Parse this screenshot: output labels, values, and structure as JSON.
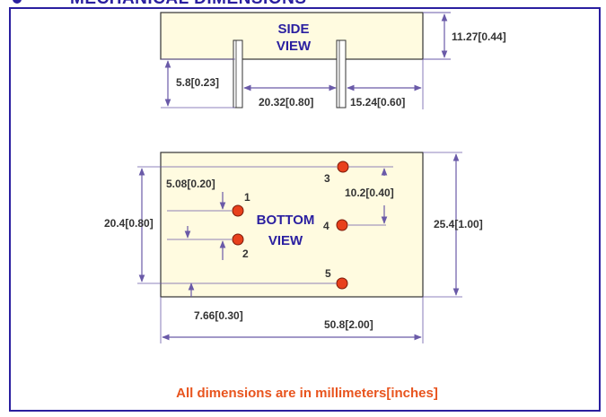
{
  "heading": "MECHANICAL DIMENSIONS",
  "side_view": {
    "label_line1": "SIDE",
    "label_line2": "VIEW",
    "height_dim": "11.27[0.44]",
    "pin_length_dim": "5.8[0.23]",
    "pin_spacing_dim": "20.32[0.80]",
    "pin_to_edge_dim": "15.24[0.60]"
  },
  "bottom_view": {
    "label_line1": "BOTTOM",
    "label_line2": "VIEW",
    "pins": [
      "1",
      "2",
      "3",
      "4",
      "5"
    ],
    "pin12_spacing_dim": "5.08[0.20]",
    "pin34_spacing_dim": "10.2[0.40]",
    "left_span_dim": "20.4[0.80]",
    "height_dim": "25.4[1.00]",
    "pin5_offset_dim": "7.66[0.30]",
    "width_dim": "50.8[2.00]"
  },
  "note": "All dimensions are in millimeters[inches]",
  "colors": {
    "frame": "#2a1fa0",
    "body_fill": "#fffbe0",
    "pin_fill": "#e8401c",
    "note": "#e8541e",
    "dim_line": "#6a5aa8"
  }
}
